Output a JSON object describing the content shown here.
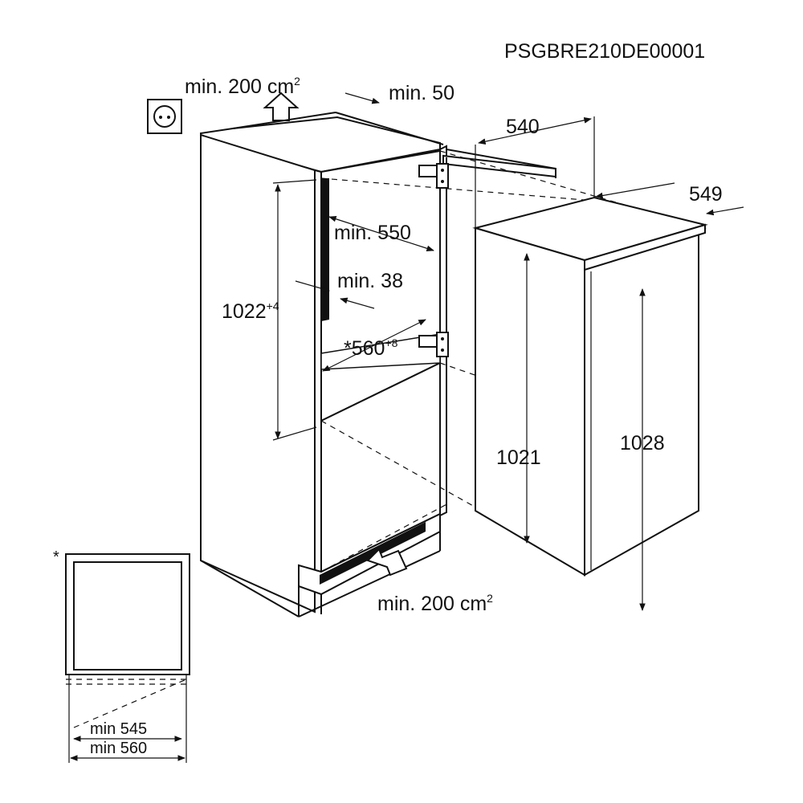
{
  "doc_code": "PSGBRE210DE00001",
  "labels": {
    "vent_top": "min. 200 cm",
    "vent_top_sup": "2",
    "gap_top": "min. 50",
    "depth_540": "540",
    "depth_549": "549",
    "niche_depth": "min. 550",
    "min_38": "min. 38",
    "niche_height": "1022",
    "niche_height_sup": "+4",
    "niche_width": "*560",
    "niche_width_sup": "+8",
    "app_height_1021": "1021",
    "app_height_1028": "1028",
    "vent_bottom": "min. 200 cm",
    "vent_bottom_sup": "2",
    "detail_asterisk": "*",
    "detail_min545": "min 545",
    "detail_min560": "min 560"
  },
  "icons": [
    "power-socket-icon",
    "airflow-up-arrow-icon",
    "airflow-inward-arrow-icon"
  ]
}
